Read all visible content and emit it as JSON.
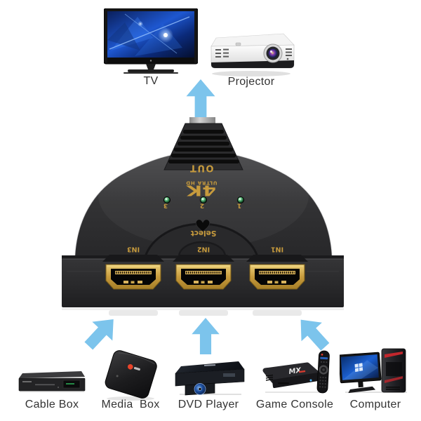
{
  "top_devices": [
    {
      "id": "tv",
      "label": "TV"
    },
    {
      "id": "projector",
      "label": "Projector"
    }
  ],
  "switch": {
    "out_label": "OUT",
    "logo_line1": "4K",
    "logo_line2": "ULTRA HD",
    "select_label": "Select",
    "led_labels": [
      "3",
      "2",
      "1"
    ],
    "port_labels": [
      "IN3",
      "IN2",
      "IN1"
    ]
  },
  "source_devices": [
    {
      "label": "Cable Box"
    },
    {
      "label": "Media  Box"
    },
    {
      "label": "DVD Player"
    },
    {
      "label": "Game Console"
    },
    {
      "label": "Computer"
    }
  ],
  "game_console_logo": "MX",
  "colors": {
    "arrow_blue": "#7cc4ec",
    "gold_text": "#c79b3d",
    "device_body": "#2c2c2e",
    "led_green": "#2e7d4f",
    "label_text": "#333333"
  }
}
